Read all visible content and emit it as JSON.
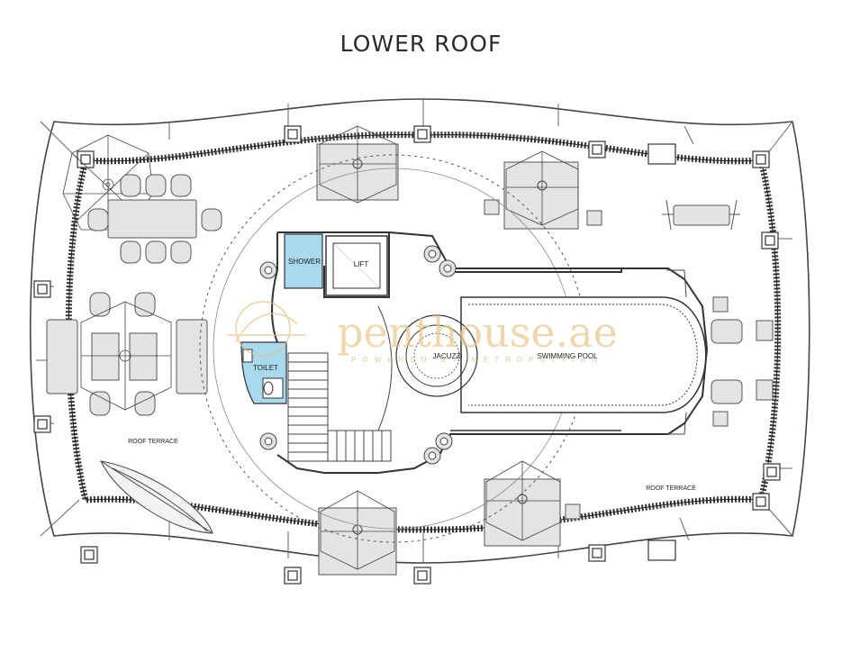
{
  "title": "LOWER ROOF",
  "rooms": {
    "shower": "SHOWER",
    "lift": "LIFT",
    "toilet": "TOILET",
    "jacuzzi": "JACUZZI",
    "pool": "SWIMMING POOL",
    "terrace_left": "ROOF TERRACE",
    "terrace_right": "ROOF TERRACE"
  },
  "watermark": {
    "main": "penthouse.ae",
    "sub": "POWERED BY METROPOLITAN"
  },
  "colors": {
    "line": "#444444",
    "fill_light": "#e4e4e4",
    "room_blue": "#a9d9ef",
    "watermark": "#e7c98d"
  }
}
